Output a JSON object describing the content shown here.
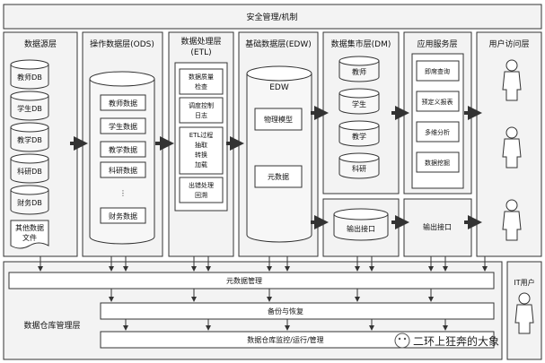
{
  "security_bar": {
    "label": "安全管理/机制"
  },
  "layers": {
    "source": {
      "title": "数据源层",
      "items": [
        "教师DB",
        "学生DB",
        "教学DB",
        "科研DB",
        "财务DB"
      ],
      "other": [
        "其他数据",
        "文件"
      ]
    },
    "ods": {
      "title": "操作数据层(ODS)",
      "items": [
        "教师数据",
        "学生数据",
        "教学数据",
        "科研数据",
        "⋮",
        "财务数据"
      ]
    },
    "etl": {
      "title": [
        "数据处理层",
        "(ETL)"
      ],
      "items": [
        [
          "数据质量",
          "检查"
        ],
        [
          "调度控制",
          "日志"
        ],
        [
          "ETL过程",
          "抽取",
          "转换",
          "加载"
        ],
        [
          "出错处理",
          "回溯"
        ]
      ]
    },
    "edw": {
      "title": "基础数据层(EDW)",
      "cylinder_label": "EDW",
      "items": [
        "物理模型",
        "元数据"
      ]
    },
    "dm": {
      "title": "数据集市层(DM)",
      "items": [
        "教师",
        "学生",
        "教学",
        "科研"
      ],
      "output": "输出接口"
    },
    "app": {
      "title": "应用服务层",
      "items": [
        "即席查询",
        "预定义报表",
        "多维分析",
        "数据挖掘"
      ],
      "output": "输出接口"
    },
    "user": {
      "title": "用户访问层"
    }
  },
  "management": {
    "title": "数据仓库管理层",
    "bars": [
      "元数据管理",
      "备份与恢复",
      "数据仓库监控/运行/管理"
    ]
  },
  "it_user": {
    "title": "IT用户"
  },
  "watermark": {
    "text": "二环上狂奔的大象"
  }
}
